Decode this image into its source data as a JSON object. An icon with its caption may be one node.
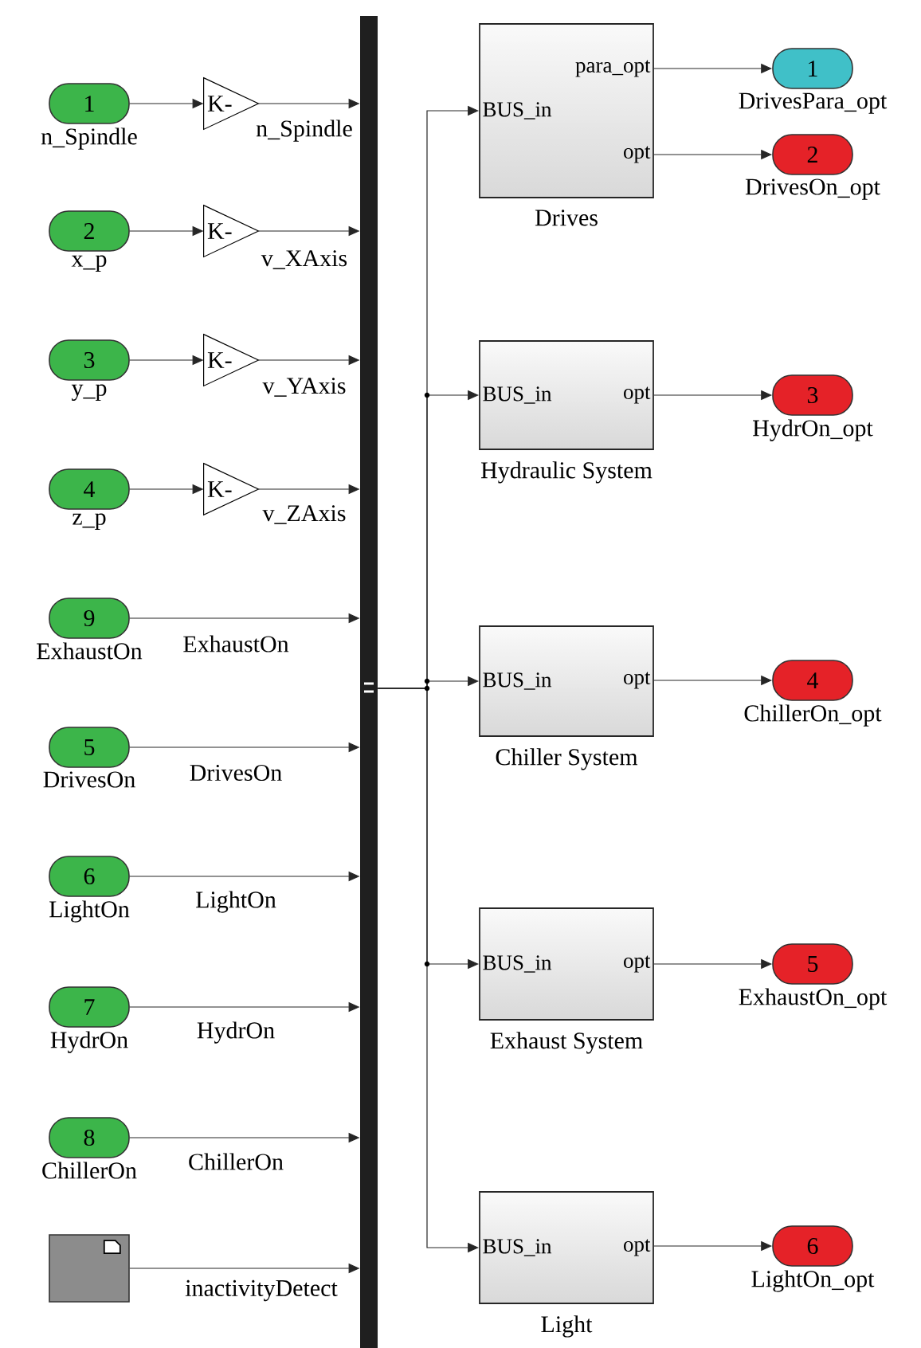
{
  "diagram": {
    "nodes": [
      {
        "text": [
          "1"
        ],
        "beside": [
          "n_Spindle"
        ]
      },
      {
        "text": [
          "2"
        ],
        "beside": [
          "x_p"
        ]
      },
      {
        "text": [
          "3"
        ],
        "beside": [
          "y_p"
        ]
      },
      {
        "text": [
          "4"
        ],
        "beside": [
          "z_p"
        ]
      },
      {
        "text": [
          "9"
        ],
        "beside": [
          "ExhaustOn"
        ]
      },
      {
        "text": [
          "5"
        ],
        "beside": [
          "DrivesOn"
        ]
      },
      {
        "text": [
          "6"
        ],
        "beside": [
          "LightOn"
        ]
      },
      {
        "text": [
          "7"
        ],
        "beside": [
          "HydrOn"
        ]
      },
      {
        "text": [
          "8"
        ],
        "beside": [
          "ChillerOn"
        ]
      },
      {
        "text": [],
        "shape": "box"
      },
      {
        "text": [
          "K-"
        ]
      },
      {
        "text": [
          "K-"
        ]
      },
      {
        "text": [
          "K-"
        ]
      },
      {
        "text": [
          "K-"
        ]
      },
      {
        "text": [],
        "shape": "bar"
      },
      {
        "text": [
          "BUS_in",
          "para_opt",
          "opt",
          "Drives"
        ]
      },
      {
        "text": [
          "BUS_in",
          "opt",
          "Hydraulic System"
        ]
      },
      {
        "text": [
          "BUS_in",
          "opt",
          "Chiller System"
        ]
      },
      {
        "text": [
          "BUS_in",
          "opt",
          "Exhaust System"
        ]
      },
      {
        "text": [
          "BUS_in",
          "opt",
          "Light"
        ]
      },
      {
        "text": [
          "1"
        ],
        "beside": [
          "DrivesPara_opt"
        ]
      },
      {
        "text": [
          "2"
        ],
        "beside": [
          "DrivesOn_opt"
        ]
      },
      {
        "text": [
          "3"
        ],
        "beside": [
          "HydrOn_opt"
        ]
      },
      {
        "text": [
          "4"
        ],
        "beside": [
          "ChillerOn_opt"
        ]
      },
      {
        "text": [
          "5"
        ],
        "beside": [
          "ExhaustOn_opt"
        ]
      },
      {
        "text": [
          "6"
        ],
        "beside": [
          "LightOn_opt"
        ]
      }
    ],
    "edges": [
      {
        "from": 0,
        "to": 10,
        "arrow": "to"
      },
      {
        "from": 1,
        "to": 11,
        "arrow": "to"
      },
      {
        "from": 2,
        "to": 12,
        "arrow": "to"
      },
      {
        "from": 3,
        "to": 13,
        "arrow": "to"
      },
      {
        "from": 10,
        "to": 14,
        "arrow": "to",
        "label": "n_Spindle"
      },
      {
        "from": 11,
        "to": 14,
        "arrow": "to",
        "label": "v_XAxis"
      },
      {
        "from": 12,
        "to": 14,
        "arrow": "to",
        "label": "v_YAxis"
      },
      {
        "from": 13,
        "to": 14,
        "arrow": "to",
        "label": "v_ZAxis"
      },
      {
        "from": 4,
        "to": 14,
        "arrow": "to",
        "label": "ExhaustOn"
      },
      {
        "from": 5,
        "to": 14,
        "arrow": "to",
        "label": "DrivesOn"
      },
      {
        "from": 6,
        "to": 14,
        "arrow": "to",
        "label": "LightOn"
      },
      {
        "from": 7,
        "to": 14,
        "arrow": "to",
        "label": "HydrOn"
      },
      {
        "from": 8,
        "to": 14,
        "arrow": "to",
        "label": "ChillerOn"
      },
      {
        "from": 9,
        "to": 14,
        "arrow": "to",
        "label": "inactivityDetect"
      },
      {
        "from": 14,
        "to": 15,
        "arrow": "to"
      },
      {
        "from": 14,
        "to": 16,
        "arrow": "to"
      },
      {
        "from": 14,
        "to": 17,
        "arrow": "to"
      },
      {
        "from": 14,
        "to": 18,
        "arrow": "to"
      },
      {
        "from": 14,
        "to": 19,
        "arrow": "to"
      },
      {
        "from": 15,
        "to": 20,
        "arrow": "to"
      },
      {
        "from": 15,
        "to": 21,
        "arrow": "to"
      },
      {
        "from": 16,
        "to": 22,
        "arrow": "to"
      },
      {
        "from": 17,
        "to": 23,
        "arrow": "to"
      },
      {
        "from": 18,
        "to": 24,
        "arrow": "to"
      },
      {
        "from": 19,
        "to": 25,
        "arrow": "to"
      }
    ]
  }
}
